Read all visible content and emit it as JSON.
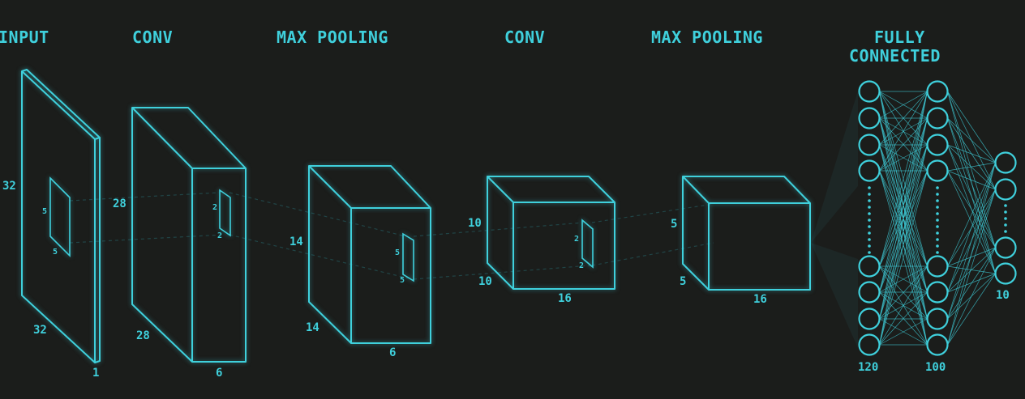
{
  "headers": {
    "input": "INPUT",
    "conv1": "CONV",
    "pool1": "MAX POOLING",
    "conv2": "CONV",
    "pool2": "MAX POOLING",
    "fc_line1": "FULLY",
    "fc_line2": "CONNECTED"
  },
  "input_layer": {
    "height": "32",
    "width": "32",
    "depth": "1",
    "kernel_h": "5",
    "kernel_w": "5"
  },
  "conv1_layer": {
    "height": "28",
    "width": "28",
    "depth": "6",
    "kernel_h": "2",
    "kernel_w": "2"
  },
  "pool1_layer": {
    "height": "14",
    "width": "14",
    "depth": "6",
    "kernel_h": "5",
    "kernel_w": "5"
  },
  "conv2_layer": {
    "height": "10",
    "width": "10",
    "depth": "16",
    "kernel_h": "2",
    "kernel_w": "2"
  },
  "pool2_layer": {
    "height": "5",
    "width": "5",
    "depth": "16"
  },
  "fc": {
    "layer1": "120",
    "layer2": "100",
    "layer3": "10"
  },
  "colors": {
    "line": "#3fd0dc",
    "background": "#1b1d1b"
  }
}
